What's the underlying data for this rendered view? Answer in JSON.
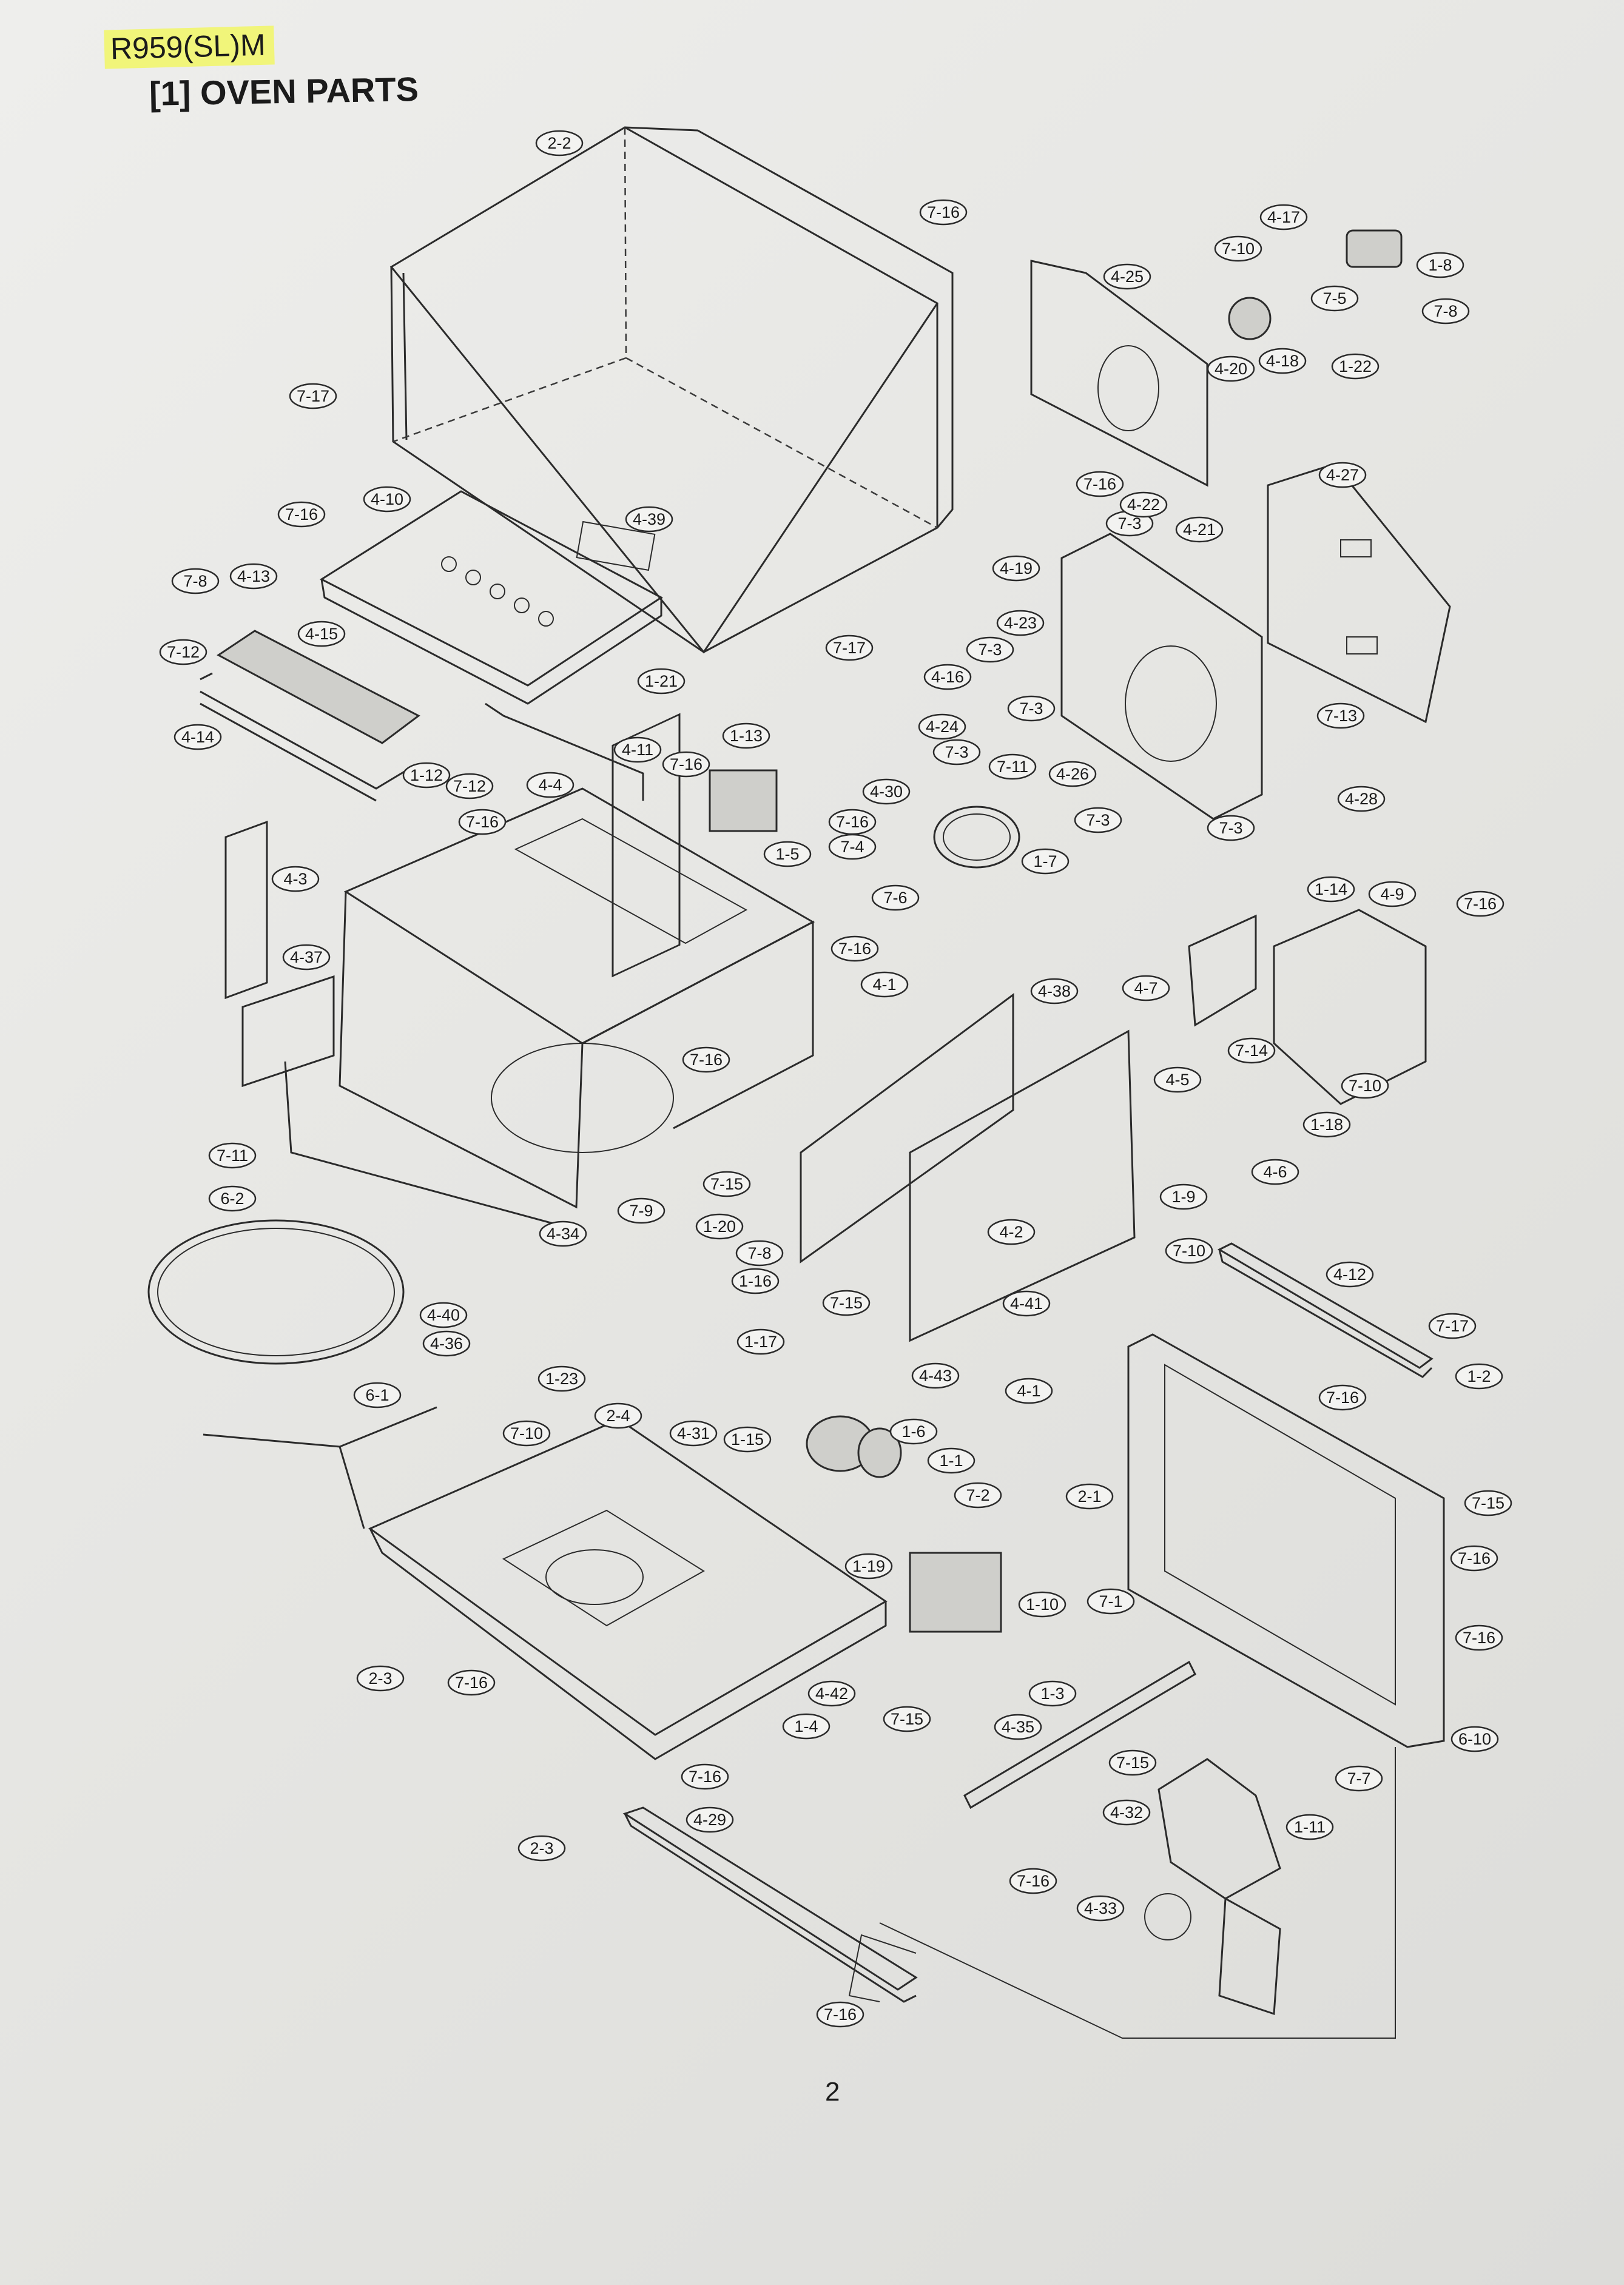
{
  "header": {
    "model": "R959(SL)M",
    "title": "[1] OVEN PARTS"
  },
  "page_number": "2",
  "labels": [
    "2-2",
    "7-16",
    "7-17",
    "4-10",
    "4-39",
    "7-8",
    "4-13",
    "4-15",
    "7-12",
    "4-14",
    "1-21",
    "7-17",
    "7-16",
    "1-13",
    "4-11",
    "7-16",
    "1-12",
    "7-12",
    "7-16",
    "4-4",
    "4-3",
    "4-37",
    "7-11",
    "6-2",
    "4-34",
    "4-40",
    "4-36",
    "1-23",
    "7-10",
    "6-1",
    "2-4",
    "4-31",
    "1-15",
    "1-16",
    "1-17",
    "7-8",
    "1-20",
    "7-15",
    "7-9",
    "7-16",
    "7-16",
    "7-16",
    "1-5",
    "7-4",
    "7-6",
    "4-30",
    "1-7",
    "4-16",
    "4-24",
    "7-3",
    "7-11",
    "7-3",
    "4-26",
    "7-3",
    "4-23",
    "7-3",
    "4-19",
    "7-3",
    "4-22",
    "7-16",
    "4-21",
    "7-13",
    "7-3",
    "4-28",
    "4-27",
    "4-25",
    "7-10",
    "4-17",
    "1-8",
    "7-5",
    "7-8",
    "4-20",
    "4-18",
    "1-22",
    "1-14",
    "4-9",
    "4-7",
    "7-14",
    "7-10",
    "4-5",
    "1-18",
    "4-6",
    "1-9",
    "7-10",
    "4-1",
    "4-38",
    "4-2",
    "4-41",
    "4-1",
    "7-15",
    "4-43",
    "1-6",
    "1-1",
    "7-2",
    "1-19",
    "1-10",
    "7-1",
    "1-3",
    "4-42",
    "7-15",
    "1-4",
    "7-16",
    "2-3",
    "7-16",
    "2-3",
    "4-29",
    "7-16",
    "4-35",
    "7-15",
    "4-32",
    "7-16",
    "4-33",
    "1-11",
    "7-7",
    "4-12",
    "7-17",
    "7-16",
    "1-2",
    "7-15",
    "2-1",
    "7-16",
    "7-16",
    "6-10",
    "7-16"
  ]
}
